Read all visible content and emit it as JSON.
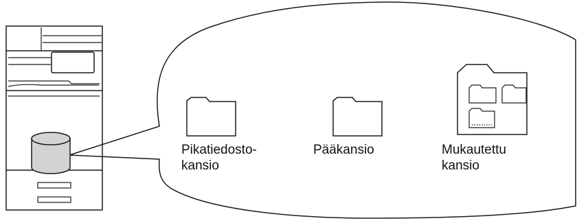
{
  "folders": [
    {
      "id": "quick",
      "lines": [
        "Pikatiedosto-",
        "kansio"
      ]
    },
    {
      "id": "main",
      "lines": [
        "Pääkansio"
      ]
    },
    {
      "id": "custom",
      "lines": [
        "Mukautettu",
        "kansio"
      ]
    }
  ],
  "colors": {
    "outline": "#1a1a1a",
    "drive_fill": "#d3d3d3",
    "background": "#ffffff"
  },
  "icons": [
    "printer-icon",
    "hard-drive-icon",
    "folder-icon",
    "custom-folder-icon"
  ]
}
